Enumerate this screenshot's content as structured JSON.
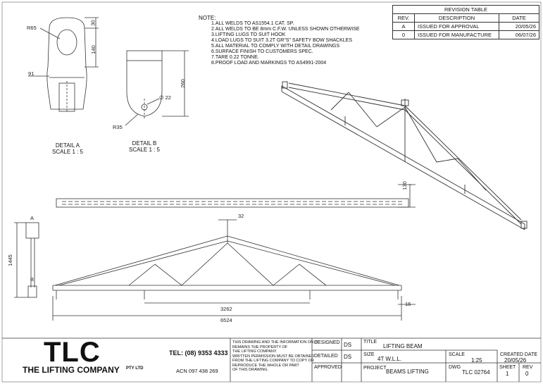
{
  "notes": {
    "title": "NOTE:",
    "items": [
      "1.ALL WELDS TO AS1554.1 CAT. SP.",
      "2.ALL WELDS TO BE 8mm C.F.W. UNLESS SHOWN OTHERWISE",
      "3.LIFTING LUGS TO SUIT HOOK",
      "4.LOAD LUGS TO SUIT 3.2T GR\"S\" SAFETY BOW SHACKLES",
      "5.ALL MATERIAL TO COMPLY WITH DETAIL DRAWINGS",
      "6.SURFACE FINISH TO CUSTOMERS SPEC.",
      "7.TARE 0.22 TONNE.",
      "8.PROOF LOAD AND MARKINGS TO AS4991-2004"
    ]
  },
  "revision_table": {
    "title": "REVISION TABLE",
    "headers": [
      "REV.",
      "DESCRIPTION",
      "DATE"
    ],
    "rows": [
      [
        "A",
        "ISSUED FOR APPROVAL",
        "20/05/26"
      ],
      [
        "0",
        "ISSUED FOR MANUFACTURE",
        "06/07/26"
      ]
    ]
  },
  "details": {
    "a_title": "DETAIL A",
    "a_scale": "SCALE 1 : 5",
    "b_title": "DETAIL B",
    "b_scale": "SCALE 1 : 5",
    "a_r": "R65",
    "a_w": "91",
    "a_h1": "30",
    "a_h2": "140",
    "b_h": "260",
    "b_d": "∅ 22",
    "b_r": "R35"
  },
  "dims": {
    "beam_h": "130",
    "top_w": "32",
    "side_a": "A",
    "side_b": "B",
    "side_h": "1445",
    "half_len": "3262",
    "end_off": "16",
    "total_len": "6524"
  },
  "title_block": {
    "logo": "TLC",
    "company": "THE LIFTING COMPANY",
    "pty": "PTY LTD",
    "tel": "TEL: (08) 9353 4333",
    "acn": "ACN 097 438 269",
    "disclaimer": [
      "THIS DRAWING AND THE INFORMATION ON IT",
      "REMAINS THE PROPERTY OF",
      "THE LIFTING COMPANY.",
      "WRITTEN PERMISSION MUST BE OBTAINED",
      "FROM THE LIFTING COMPANY TO COPY OR",
      "REPRODUCE THE WHOLE OR PART",
      "OF THIS DRAWING."
    ],
    "designed_label": "DESIGNED",
    "designed": "DS",
    "detailed_label": "DETAILED",
    "detailed": "DS",
    "approved_label": "APPROVED",
    "approved": "",
    "title_label": "TITLE",
    "title": "LIFTING BEAM",
    "size_label": "SIZE",
    "size": "4T W.L.L.",
    "project_label": "PROJECT",
    "project": "BEAMS LIFTING",
    "scale_label": "SCALE",
    "scale": "1:25",
    "dwg_label": "DWG",
    "dwg": "TLC 02764",
    "created_label": "CREATED DATE",
    "created": "20/05/26",
    "sheet_label": "SHEET",
    "sheet": "1",
    "rev_label": "REV",
    "rev": "0"
  }
}
